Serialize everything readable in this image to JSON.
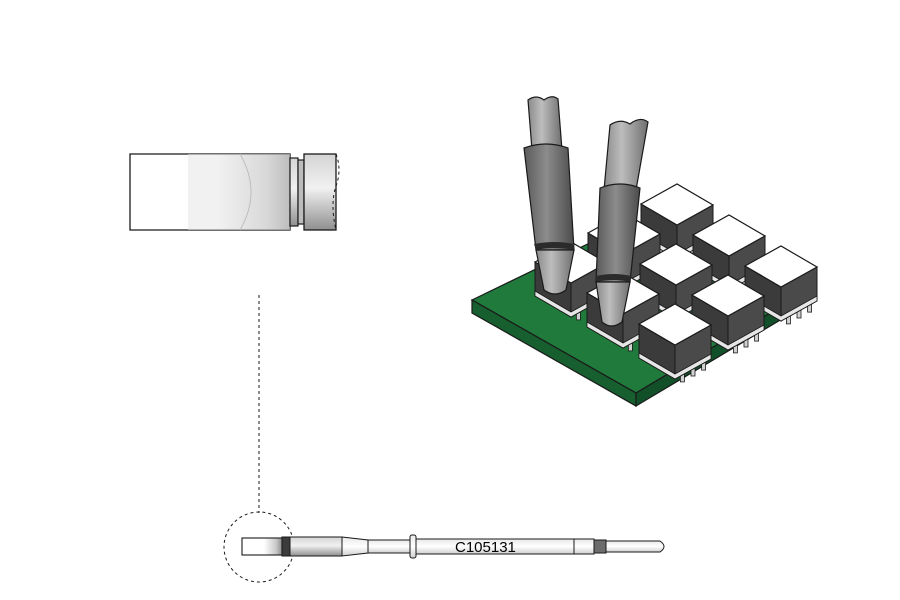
{
  "diagram": {
    "tip_part_number": "C105131",
    "colors": {
      "pcb": "#1f7a3c",
      "pcb_edge": "#155c2b",
      "chip_body": "#4a4a4a",
      "chip_top": "#ffffff",
      "tip_gray": "#9a9a9a",
      "outline": "#1a1a1a"
    },
    "board": {
      "rows": 3,
      "cols": 3
    }
  }
}
